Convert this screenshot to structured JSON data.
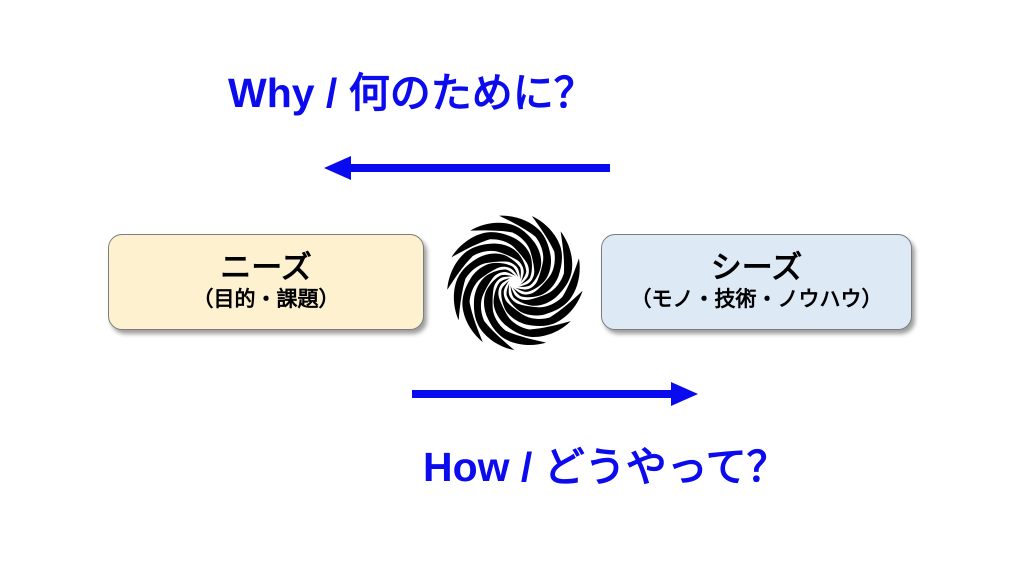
{
  "slide": {
    "background_color": "#ffffff",
    "top_label": {
      "text": "Why / 何のために？",
      "color": "#0b0bee"
    },
    "bottom_label": {
      "text": "How / どうやって？",
      "color": "#0b0bee"
    },
    "needs_box": {
      "title": "ニーズ",
      "subtitle": "（目的・課題）",
      "fill_color": "#fdf1cf",
      "border_color": "#7d7d7d",
      "text_color": "#000000"
    },
    "seeds_box": {
      "title": "シーズ",
      "subtitle": "（モノ・技術・ノウハウ）",
      "fill_color": "#dde9f5",
      "border_color": "#7d7d7d",
      "text_color": "#000000"
    },
    "arrows": {
      "color": "#0a0aee",
      "left_arrow_direction": "left",
      "right_arrow_direction": "right"
    },
    "swirl_icon": {
      "name": "vortex-swirl",
      "color": "#000000"
    }
  }
}
